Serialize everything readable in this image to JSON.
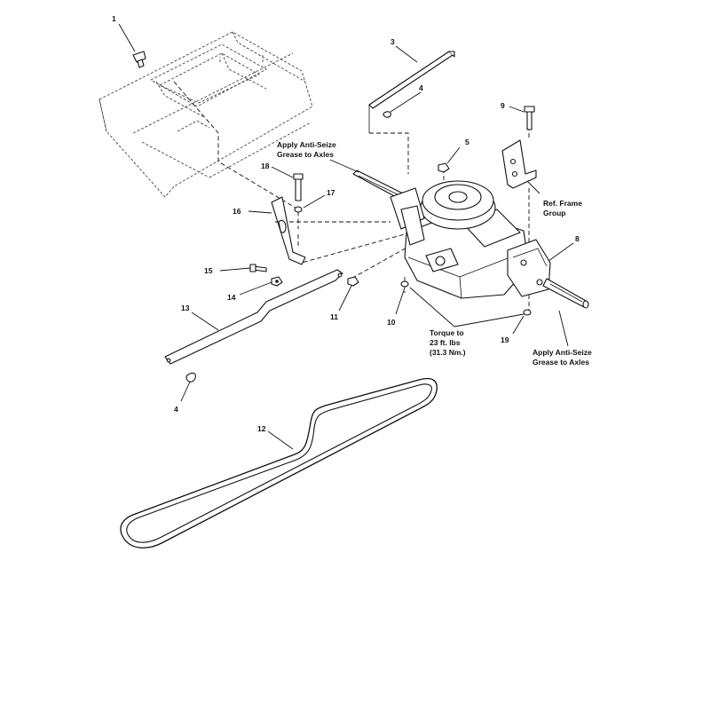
{
  "callouts": {
    "c1": "1",
    "c3": "3",
    "c4a": "4",
    "c4b": "4",
    "c5": "5",
    "c8": "8",
    "c9": "9",
    "c10": "10",
    "c11": "11",
    "c12": "12",
    "c13": "13",
    "c14": "14",
    "c15": "15",
    "c16": "16",
    "c17": "17",
    "c18": "18",
    "c19": "19"
  },
  "notes": {
    "anti_seize_top_line1": "Apply Anti-Seize",
    "anti_seize_top_line2": "Grease to Axles",
    "ref_frame_line1": "Ref. Frame",
    "ref_frame_line2": "Group",
    "torque_line1": "Torque to",
    "torque_line2": "23 ft. lbs",
    "torque_line3": "(31.3 Nm.)",
    "anti_seize_bottom_line1": "Apply Anti-Seize",
    "anti_seize_bottom_line2": "Grease to Axles"
  }
}
